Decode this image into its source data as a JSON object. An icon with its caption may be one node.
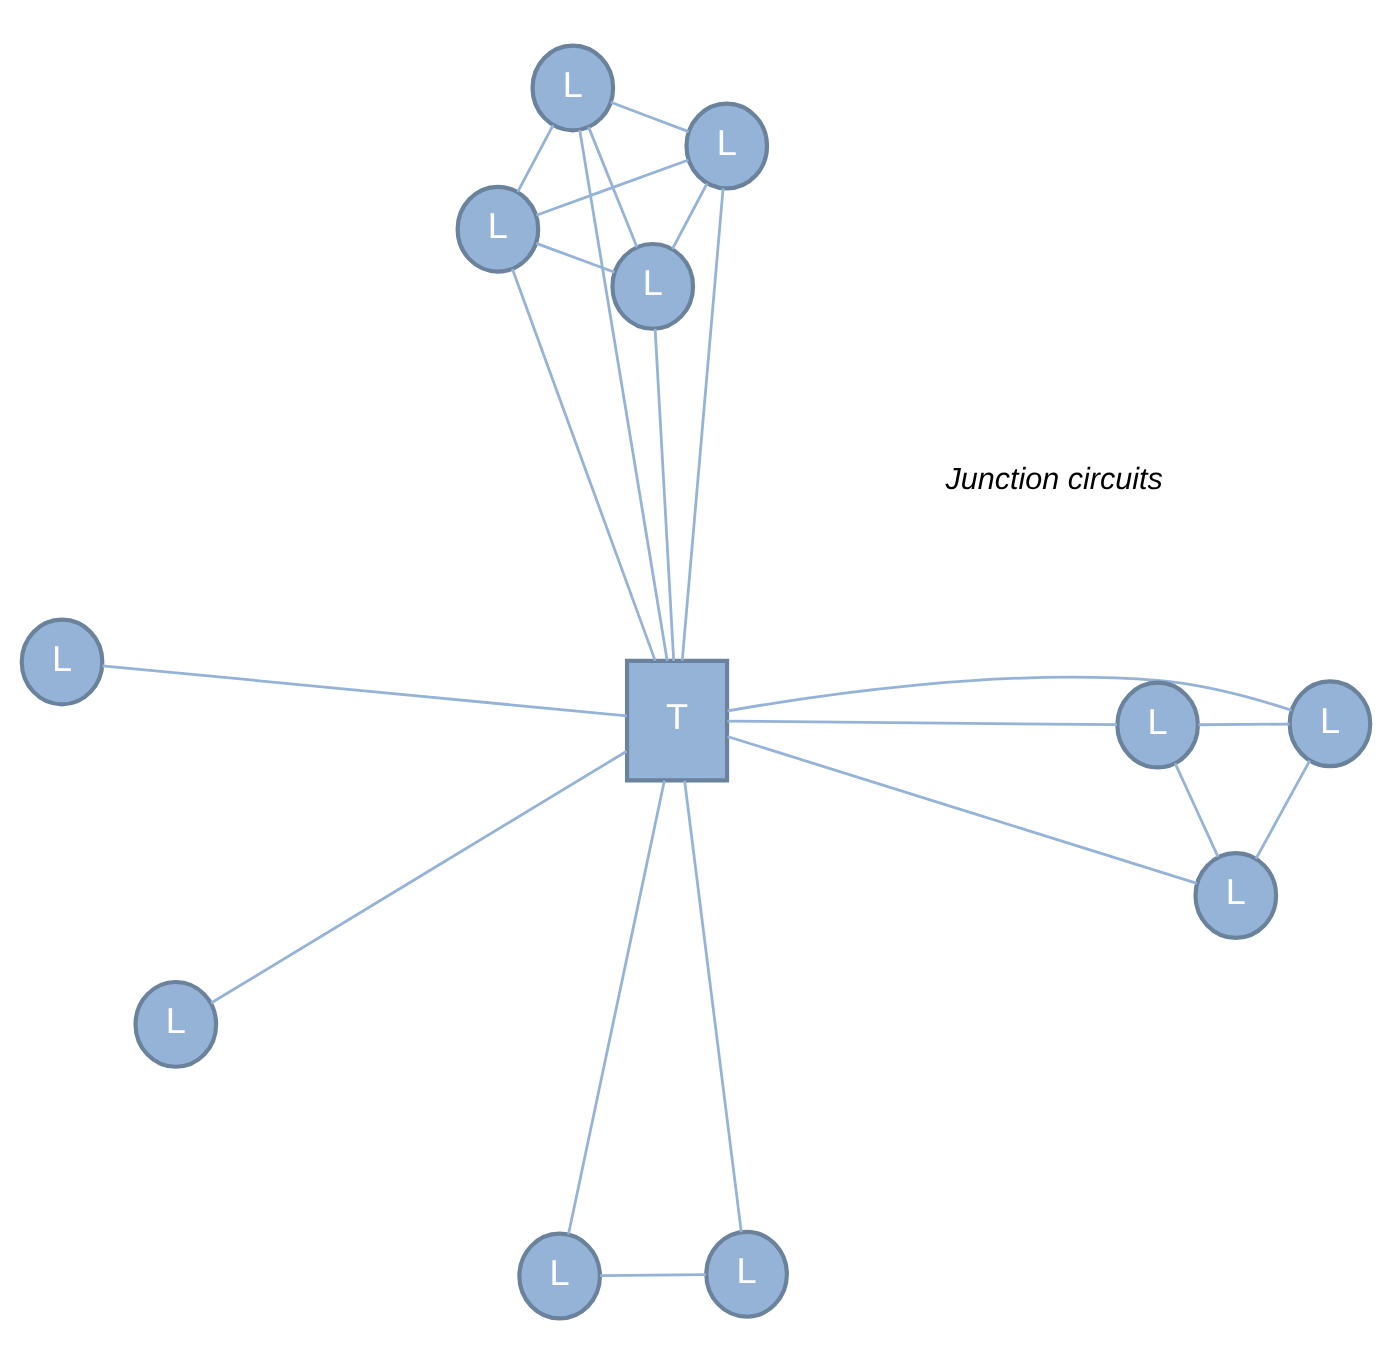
{
  "diagram": {
    "nodes": [
      {
        "text": [
          "T"
        ]
      },
      {
        "text": [
          "L"
        ]
      },
      {
        "text": [
          "L"
        ]
      },
      {
        "text": [
          "L"
        ]
      },
      {
        "text": [
          "L"
        ]
      },
      {
        "text": [
          "L"
        ]
      },
      {
        "text": [
          "L"
        ]
      },
      {
        "text": [
          "L"
        ]
      },
      {
        "text": [
          "L"
        ]
      },
      {
        "text": [
          "L"
        ]
      },
      {
        "text": [
          "L"
        ]
      },
      {
        "text": [
          "L"
        ]
      }
    ],
    "edges": [
      {
        "from": 1,
        "to": 2,
        "arrow": "none"
      },
      {
        "from": 1,
        "to": 0,
        "arrow": "none"
      },
      {
        "from": 2,
        "to": 0,
        "arrow": "none"
      },
      {
        "from": 3,
        "to": 0,
        "arrow": "none"
      },
      {
        "from": 4,
        "to": 0,
        "arrow": "none"
      },
      {
        "from": 5,
        "to": 0,
        "arrow": "none"
      },
      {
        "from": 6,
        "to": 0,
        "arrow": "none"
      },
      {
        "from": 3,
        "to": 4,
        "arrow": "none"
      },
      {
        "from": 3,
        "to": 5,
        "arrow": "none"
      },
      {
        "from": 3,
        "to": 6,
        "arrow": "none"
      },
      {
        "from": 4,
        "to": 5,
        "arrow": "none"
      },
      {
        "from": 4,
        "to": 6,
        "arrow": "none"
      },
      {
        "from": 5,
        "to": 6,
        "arrow": "none"
      },
      {
        "from": 7,
        "to": 0,
        "arrow": "none"
      },
      {
        "from": 8,
        "to": 0,
        "arrow": "none"
      },
      {
        "from": 9,
        "to": 0,
        "arrow": "none"
      },
      {
        "from": 7,
        "to": 8,
        "arrow": "none"
      },
      {
        "from": 7,
        "to": 9,
        "arrow": "none"
      },
      {
        "from": 8,
        "to": 9,
        "arrow": "none"
      },
      {
        "from": 10,
        "to": 0,
        "arrow": "none"
      },
      {
        "from": 11,
        "to": 0,
        "arrow": "none"
      }
    ],
    "labels": [
      "Junction circuits"
    ]
  }
}
